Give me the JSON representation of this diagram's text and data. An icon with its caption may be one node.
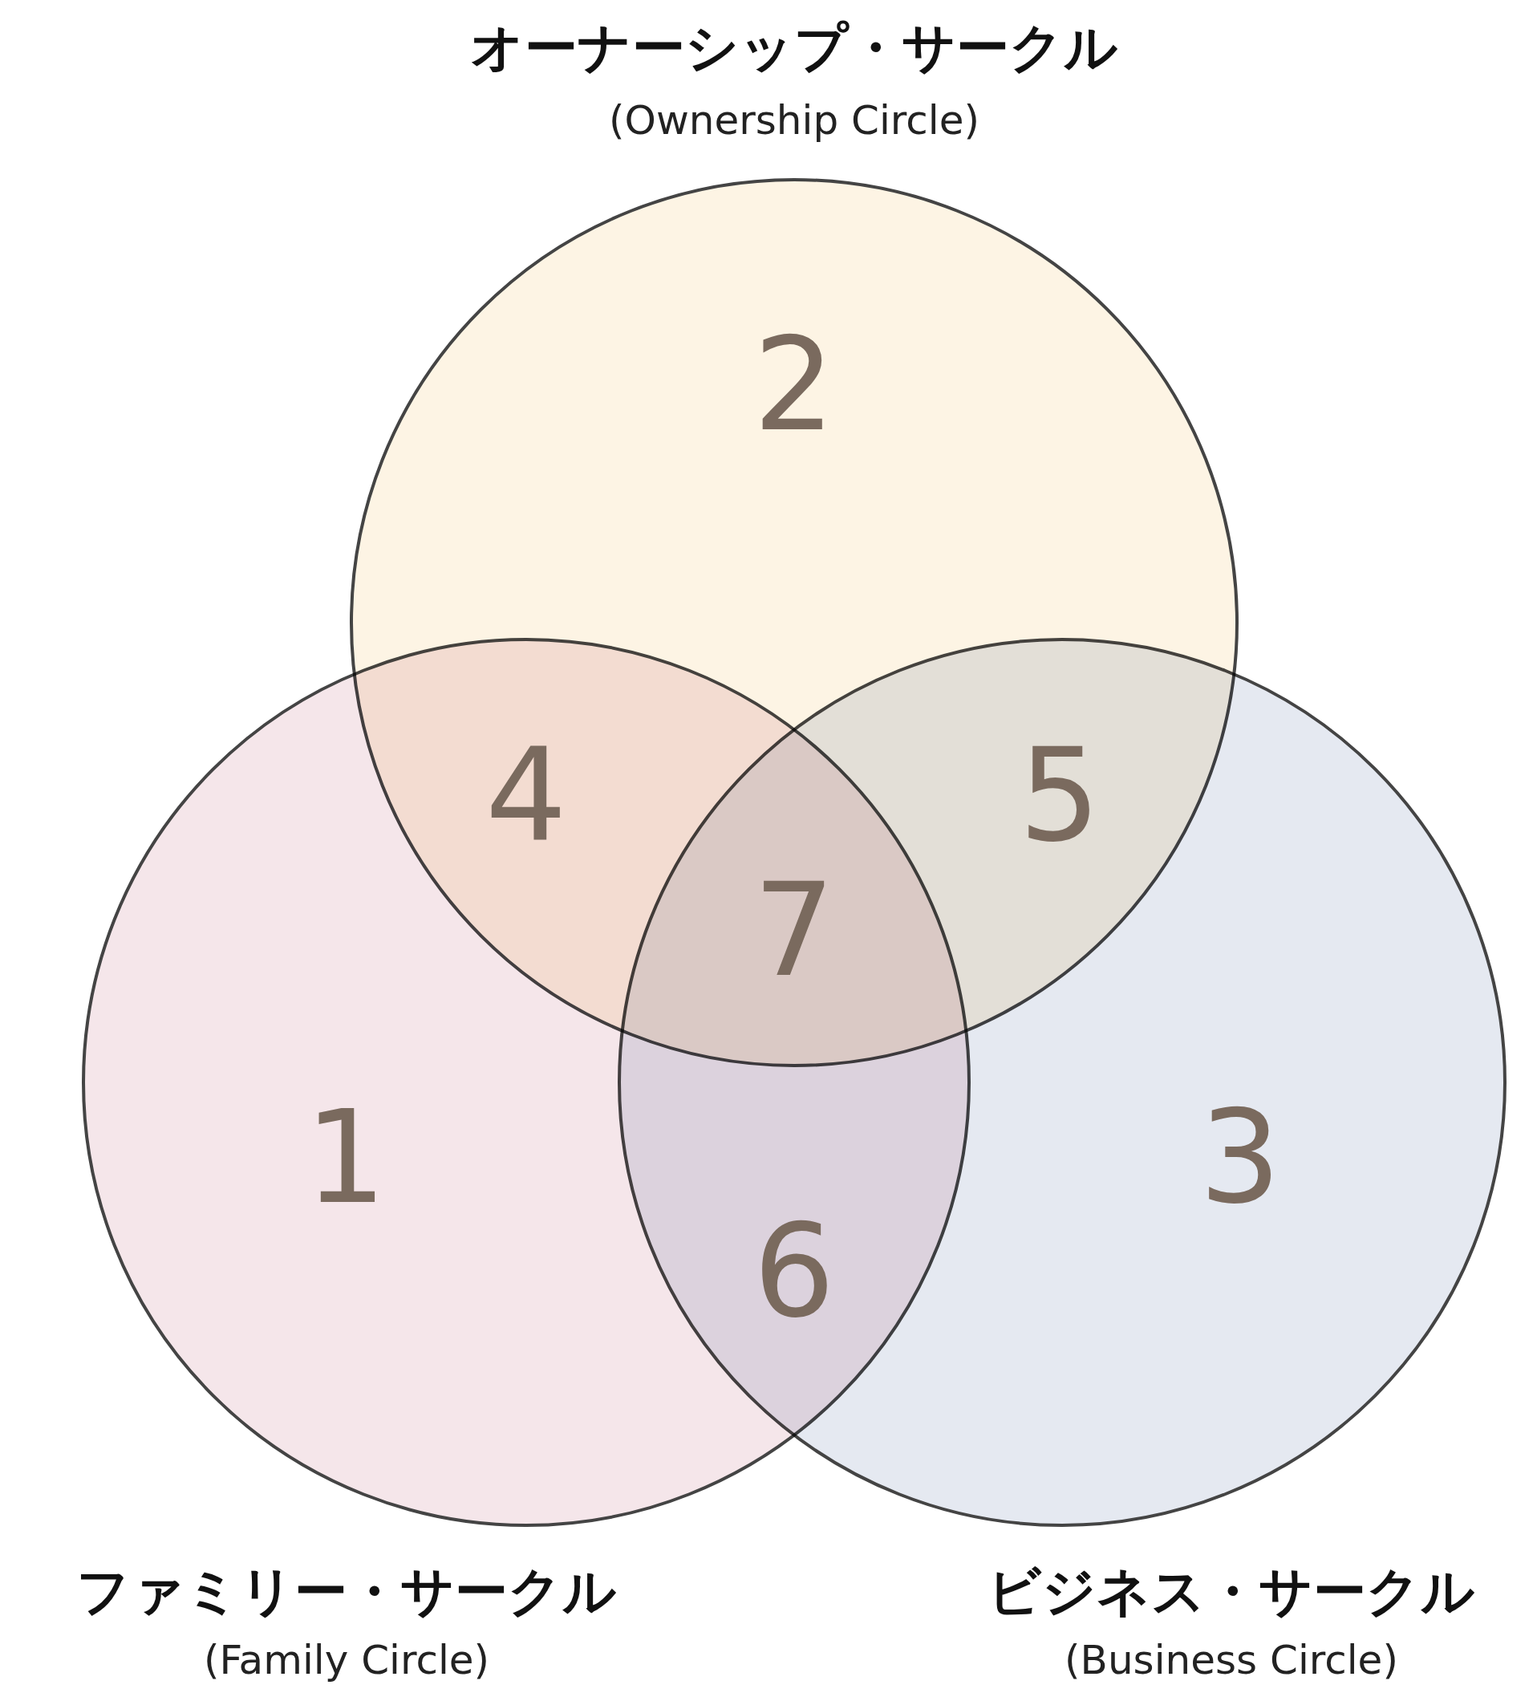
{
  "diagram": {
    "nodes": [
      {
        "text": [
          "オーナーシップ・サークル",
          "(Ownership Circle)"
        ]
      },
      {
        "text": [
          "ファミリー・サークル",
          "(Family Circle)"
        ]
      },
      {
        "text": [
          "ビジネス・サークル",
          "(Business Circle)"
        ]
      }
    ],
    "edges": [],
    "labels": [
      "2",
      "4",
      "5",
      "7",
      "1",
      "3",
      "6"
    ]
  }
}
